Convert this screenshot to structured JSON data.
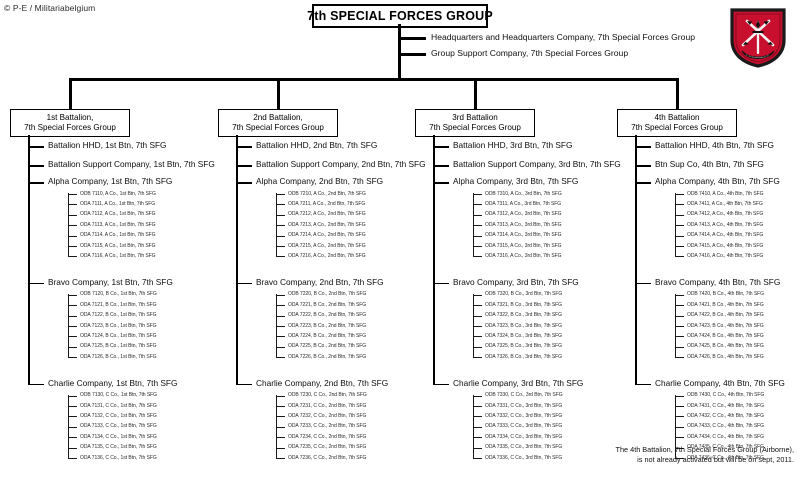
{
  "credit": "© P-E / Militariabelgium",
  "root": {
    "title": "7th SPECIAL FORCES GROUP"
  },
  "group_staff": [
    "Headquarters and Headquarters Company,  7th Special Forces Group",
    "Group Support Company,  7th Special Forces Group"
  ],
  "footnote": {
    "line1": "The 4th Battalion, 7th Special Forces Group (Airborne),",
    "line2": "is not already activated but will be on sept, 2011."
  },
  "insignia": {
    "name": "7th-special-forces-group-insignia",
    "shield_color": "#c8102e",
    "border_color": "#1a1a1a",
    "device_color": "#ffffff"
  },
  "colors": {
    "line": "#000000",
    "text": "#000000",
    "accent_red": "#c8102e"
  },
  "battalions": [
    {
      "box_line1": "1st Battalion,",
      "box_line2": "7th Special Forces Group",
      "hhd": "Battalion HHD, 1st Btn, 7th SFG",
      "support": "Battalion  Support Company, 1st Btn, 7th SFG",
      "companies": [
        {
          "label": "Alpha Company, 1st Btn, 7th SFG",
          "teams": [
            "ODB 7110, A Co., 1st Btn, 7th SFG",
            "ODA 7111, A Co., 1st Btn, 7th SFG",
            "ODA 7112, A Co., 1st Btn, 7th SFG",
            "ODA 7113, A Co., 1st Btn, 7th SFG",
            "ODA 7114, A Co., 1st Btn, 7th SFG",
            "ODA 7115, A Co., 1st Btn, 7th SFG",
            "ODA 7116, A Co., 1st Btn, 7th SFG"
          ]
        },
        {
          "label": "Bravo Company, 1st Btn, 7th SFG",
          "teams": [
            "ODB 7120, B Co., 1st Btn, 7th SFG",
            "ODA 7121, B Co., 1st Btn, 7th SFG",
            "ODA 7122, B Co., 1st Btn, 7th SFG",
            "ODA 7123, B Co., 1st Btn, 7th SFG",
            "ODA 7124, B Co., 1st Btn, 7th SFG",
            "ODA 7125, B Co., 1st Btn, 7th SFG",
            "ODA 7126, B Co., 1st Btn, 7th SFG"
          ]
        },
        {
          "label": "Charlie Company, 1st Btn, 7th SFG",
          "teams": [
            "ODB 7130, C Co., 1st Btn, 7th SFG",
            "ODA 7131, C Co., 1st Btn, 7th SFG",
            "ODA 7132, C Co., 1st Btn, 7th SFG",
            "ODA 7133, C Co., 1st Btn, 7th SFG",
            "ODA 7134, C Co., 1st Btn, 7th SFG",
            "ODA 7135, C Co., 1st Btn, 7th SFG",
            "ODA 7136, C Co., 1st Btn, 7th SFG"
          ]
        }
      ]
    },
    {
      "box_line1": "2nd Battalion,",
      "box_line2": "7th Special Forces Group",
      "hhd": "Battalion HHD, 2nd Btn, 7th SFG",
      "support": "Battalion  Support Company, 2nd Btn, 7th SFG",
      "companies": [
        {
          "label": "Alpha Company, 2nd Btn, 7th SFG",
          "teams": [
            "ODB 7210, A Co., 2nd Btn, 7th SFG",
            "ODA 7211, A Co., 2nd Btn, 7th SFG",
            "ODA 7212, A Co., 2nd Btn, 7th SFG",
            "ODA 7213, A Co., 2nd Btn, 7th SFG",
            "ODA 7214, A Co., 2nd Btn, 7th SFG",
            "ODA 7215, A Co., 2nd Btn, 7th SFG",
            "ODA 7216, A Co., 2nd Btn, 7th SFG"
          ]
        },
        {
          "label": "Bravo Company, 2nd Btn, 7th SFG",
          "teams": [
            "ODB 7220, B Co., 2nd Btn, 7th SFG",
            "ODA 7221, B Co., 2nd Btn, 7th SFG",
            "ODA 7222, B Co., 2nd Btn, 7th SFG",
            "ODA 7223, B Co., 2nd Btn, 7th SFG",
            "ODA 7224, B Co., 2nd Btn, 7th SFG",
            "ODA 7225, B Co., 2nd Btn, 7th SFG",
            "ODA 7226, B Co., 2nd Btn, 7th SFG"
          ]
        },
        {
          "label": "Charlie Company, 2nd Btn, 7th SFG",
          "teams": [
            "ODB 7230, C Co., 2nd Btn, 7th SFG",
            "ODA 7231, C Co., 2nd Btn, 7th SFG",
            "ODA 7232, C Co., 2nd Btn, 7th SFG",
            "ODA 7233, C Co., 2nd Btn, 7th SFG",
            "ODA 7234, C Co., 2nd Btn, 7th SFG",
            "ODA 7235, C Co., 2nd Btn, 7th SFG",
            "ODA 7236, C Co., 2nd Btn, 7th SFG"
          ]
        }
      ]
    },
    {
      "box_line1": "3rd Battalion",
      "box_line2": "7th Special Forces Group",
      "hhd": "Battalion HHD,  3rd Btn, 7th SFG",
      "support": "Battalion  Support Company, 3rd Btn,  7th SFG",
      "companies": [
        {
          "label": "Alpha Company, 3rd Btn, 7th SFG",
          "teams": [
            "ODB 7310, A Co., 3rd Btn, 7th SFG",
            "ODA 7311, A Co., 3rd Btn, 7th SFG",
            "ODA 7312, A Co., 3rd Btn, 7th SFG",
            "ODA 7313, A Co., 3rd Btn, 7th SFG",
            "ODA 7314, A Co., 3rd Btn, 7th SFG",
            "ODA 7315, A Co., 3rd Btn, 7th SFG",
            "ODA 7316, A Co., 3rd Btn, 7th SFG"
          ]
        },
        {
          "label": "Bravo Company, 3rd Btn, 7th SFG",
          "teams": [
            "ODB 7320, B Co., 3rd Btn, 7th SFG",
            "ODA 7321, B Co., 3rd Btn, 7th SFG",
            "ODA 7322, B Co., 3rd Btn, 7th SFG",
            "ODA 7323, B Co., 3rd Btn, 7th SFG",
            "ODA 7324, B Co., 3rd Btn, 7th SFG",
            "ODA 7325, B Co., 3rd Btn, 7th SFG",
            "ODA 7326, B Co., 3rd Btn, 7th SFG"
          ]
        },
        {
          "label": "Charlie Company, 3rd Btn, 7th SFG",
          "teams": [
            "ODB 7330, C Co., 3rd Btn, 7th SFG",
            "ODA 7331, C Co., 3rd Btn, 7th SFG",
            "ODA 7332, C Co., 3rd Btn, 7th SFG",
            "ODA 7333, C Co., 3rd Btn, 7th SFG",
            "ODA 7334, C Co., 3rd Btn, 7th SFG",
            "ODA 7335, C Co., 3rd Btn, 7th SFG",
            "ODA 7336, C Co., 3rd Btn, 7th SFG"
          ]
        }
      ]
    },
    {
      "box_line1": "4th Battalion",
      "box_line2": "7th Special Forces Group",
      "hhd": "Battalion HHD, 4th Btn, 7th SFG",
      "support": "Btn Sup Co, 4th Btn, 7th SFG",
      "companies": [
        {
          "label": "Alpha Company, 4th Btn, 7th SFG",
          "teams": [
            "ODB 7410, A Co., 4th Btn, 7th SFG",
            "ODA 7411, A Co., 4th Btn, 7th SFG",
            "ODA 7412, A Co., 4th Btn, 7th SFG",
            "ODA 7413, A Co., 4th Btn, 7th SFG",
            "ODA 7414, A Co., 4th Btn, 7th SFG",
            "ODA 7415, A Co., 4th Btn, 7th SFG",
            "ODA 7416, A Co., 4th Btn, 7th SFG"
          ]
        },
        {
          "label": "Bravo Company, 4th Btn, 7th SFG",
          "teams": [
            "ODB 7420, B Co., 4th Btn, 7th SFG",
            "ODA 7421, B Co., 4th Btn, 7th SFG",
            "ODA 7422, B Co., 4th Btn, 7th SFG",
            "ODA 7423, B Co., 4th Btn, 7th SFG",
            "ODA 7424, B Co., 4th Btn, 7th SFG",
            "ODA 7425, B Co., 4th Btn, 7th SFG",
            "ODA 7426, B Co., 4th Btn, 7th SFG"
          ]
        },
        {
          "label": "Charlie Company, 4th Btn, 7th SFG",
          "teams": [
            "ODB 7430, C Co., 4th Btn, 7th SFG",
            "ODA 7431, C Co., 4th Btn, 7th SFG",
            "ODA 7432, C Co., 4th Btn, 7th SFG",
            "ODA 7433, C Co., 4th Btn, 7th SFG",
            "ODA 7434, C Co., 4th Btn, 7th SFG",
            "ODA 7435, C Co., 4th Btn, 7th SFG",
            "ODA 7436, C Co., 4th Btn, 7th SFG"
          ]
        }
      ]
    }
  ]
}
